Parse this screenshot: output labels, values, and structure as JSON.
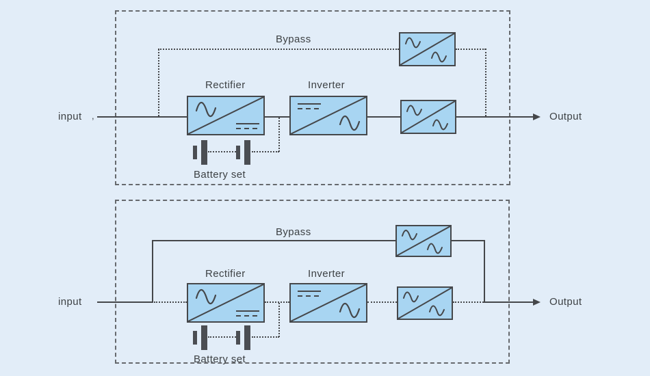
{
  "title": "UPS operating modes diagram",
  "colors": {
    "background": "#e2edf8",
    "block_fill": "#a8d5f2",
    "block_border": "#45474a",
    "line": "#45474a",
    "text": "#3d4144"
  },
  "diagrams": [
    {
      "id": "top",
      "labels": {
        "input": "input",
        "input_mark": ",",
        "bypass": "Bypass",
        "rectifier": "Rectifier",
        "inverter": "Inverter",
        "battery": "Battery set",
        "output": "Output"
      }
    },
    {
      "id": "bottom",
      "labels": {
        "input": "input",
        "bypass": "Bypass",
        "rectifier": "Rectifier",
        "inverter": "Inverter",
        "battery": "Battery set",
        "output": "Output"
      }
    }
  ]
}
